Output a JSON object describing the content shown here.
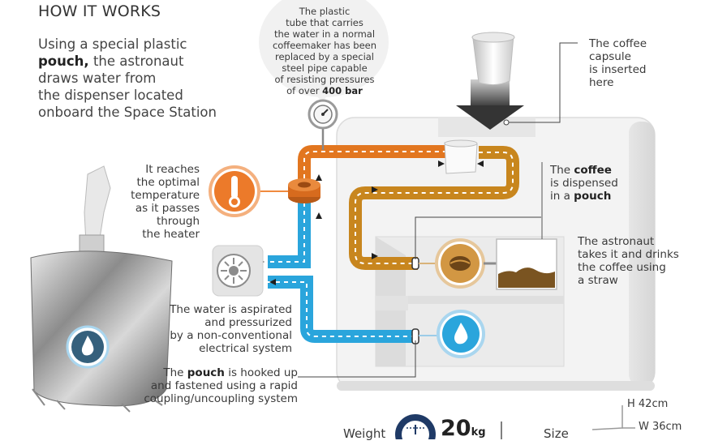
{
  "title": "HOW IT WORKS",
  "intro": {
    "line1": "Using a special plastic",
    "bold": "pouch,",
    "line2_rest": " the astronaut",
    "line3": "draws water from",
    "line4": "the dispenser located",
    "line5": "onboard the Space Station"
  },
  "pipe_note": {
    "line1": "The plastic",
    "line2": "tube that carries",
    "line3": "the water in a normal",
    "line4": "coffeemaker has been",
    "line5": "replaced by a special",
    "line6": "steel pipe capable",
    "line7": "of resisting pressures",
    "line8_prefix": "of over ",
    "line8_bold": "400 bar"
  },
  "capsule_note": {
    "line1": "The coffee",
    "line2": "capsule",
    "line3": "is inserted",
    "line4": "here"
  },
  "heater_note": {
    "line1": "It reaches",
    "line2": "the optimal",
    "line3": "temperature",
    "line4": "as it passes",
    "line5": "through",
    "line6": "the heater"
  },
  "dispense_note": {
    "prefix1": "The ",
    "bold1": "coffee",
    "line2": "is dispensed",
    "prefix3": "in a ",
    "bold3": "pouch"
  },
  "drink_note": {
    "line1": "The astronaut",
    "line2": "takes it and drinks",
    "line3": "the coffee using",
    "line4": "a straw"
  },
  "pump_note": {
    "line1": "The water is aspirated",
    "line2": "and pressurized",
    "line3": "by a non-conventional",
    "line4": "electrical system"
  },
  "pouch_note": {
    "prefix1": "The ",
    "bold1": "pouch",
    "rest1": " is hooked up",
    "line2": "and fastened using a rapid",
    "line3": "coupling/uncoupling system"
  },
  "specs": {
    "height": "H 42cm",
    "width": "W 36cm",
    "weight_label": "Weight",
    "weight_value": "20",
    "weight_unit": "kg",
    "size_label": "Size"
  },
  "icons": [
    "gauge-icon",
    "thermometer-icon",
    "pump-icon",
    "coffee-bean-icon",
    "water-drop-icon",
    "coffee-capsule-icon",
    "weight-scale-icon"
  ],
  "colors": {
    "hot_pipe": "#e2761f",
    "coffee_pipe": "#c8861e",
    "cold_pipe": "#2aa5dc",
    "coffee": "#7a5421",
    "machine": "#f2f2f2"
  }
}
